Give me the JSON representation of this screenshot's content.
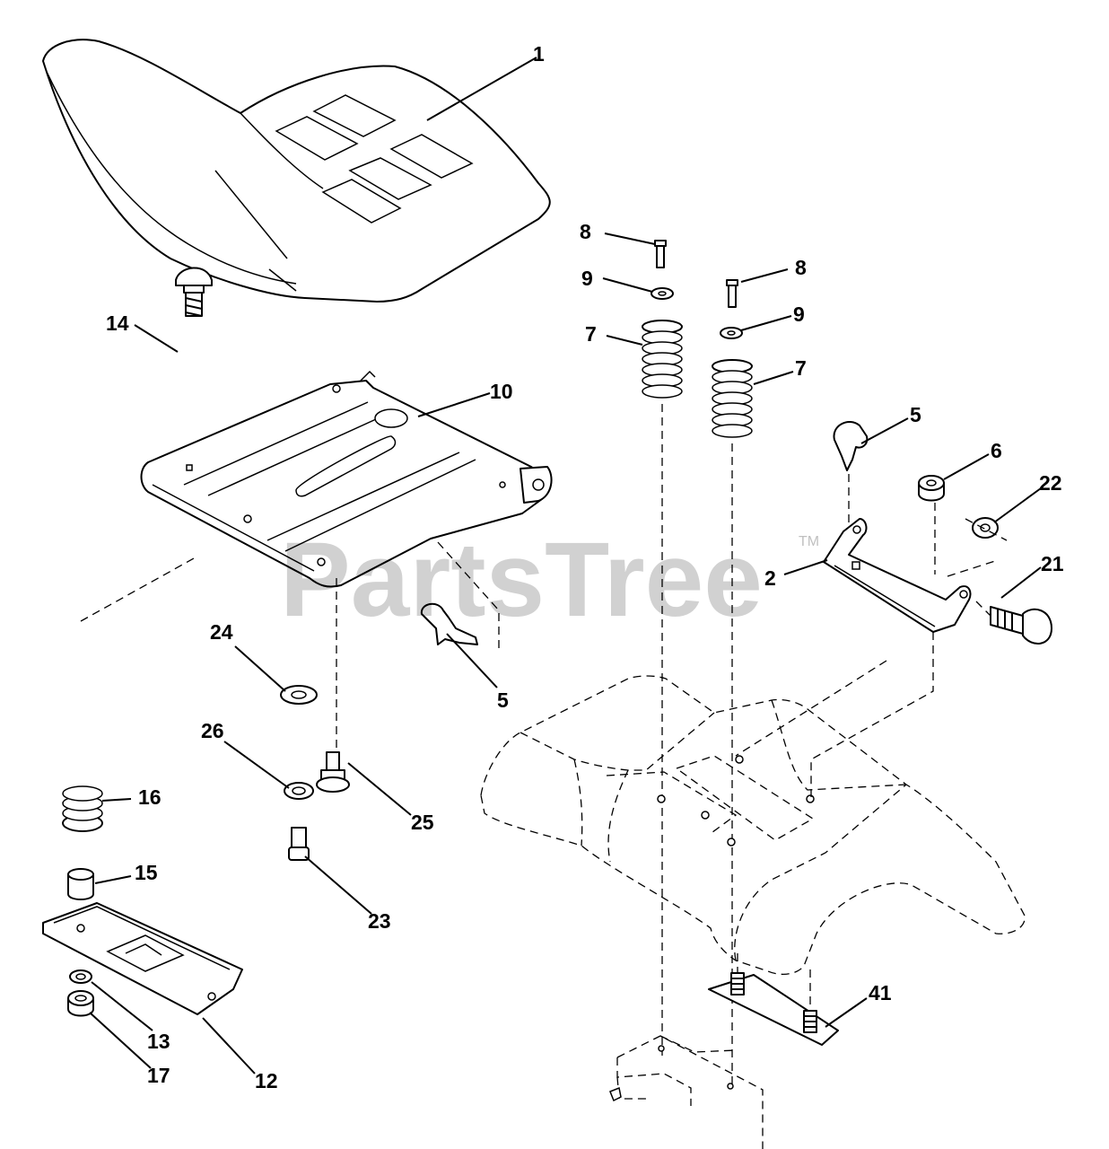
{
  "watermark": {
    "brand": "PartsTree",
    "trademark": "TM"
  },
  "callouts": [
    {
      "id": "c1",
      "label": "1"
    },
    {
      "id": "c8a",
      "label": "8"
    },
    {
      "id": "c8b",
      "label": "8"
    },
    {
      "id": "c9a",
      "label": "9"
    },
    {
      "id": "c9b",
      "label": "9"
    },
    {
      "id": "c7a",
      "label": "7"
    },
    {
      "id": "c7b",
      "label": "7"
    },
    {
      "id": "c14",
      "label": "14"
    },
    {
      "id": "c10",
      "label": "10"
    },
    {
      "id": "c5a",
      "label": "5"
    },
    {
      "id": "c5b",
      "label": "5"
    },
    {
      "id": "c6",
      "label": "6"
    },
    {
      "id": "c22",
      "label": "22"
    },
    {
      "id": "c2",
      "label": "2"
    },
    {
      "id": "c21",
      "label": "21"
    },
    {
      "id": "c24",
      "label": "24"
    },
    {
      "id": "c26",
      "label": "26"
    },
    {
      "id": "c25",
      "label": "25"
    },
    {
      "id": "c16",
      "label": "16"
    },
    {
      "id": "c15",
      "label": "15"
    },
    {
      "id": "c23",
      "label": "23"
    },
    {
      "id": "c13",
      "label": "13"
    },
    {
      "id": "c17",
      "label": "17"
    },
    {
      "id": "c12",
      "label": "12"
    },
    {
      "id": "c41",
      "label": "41"
    }
  ]
}
